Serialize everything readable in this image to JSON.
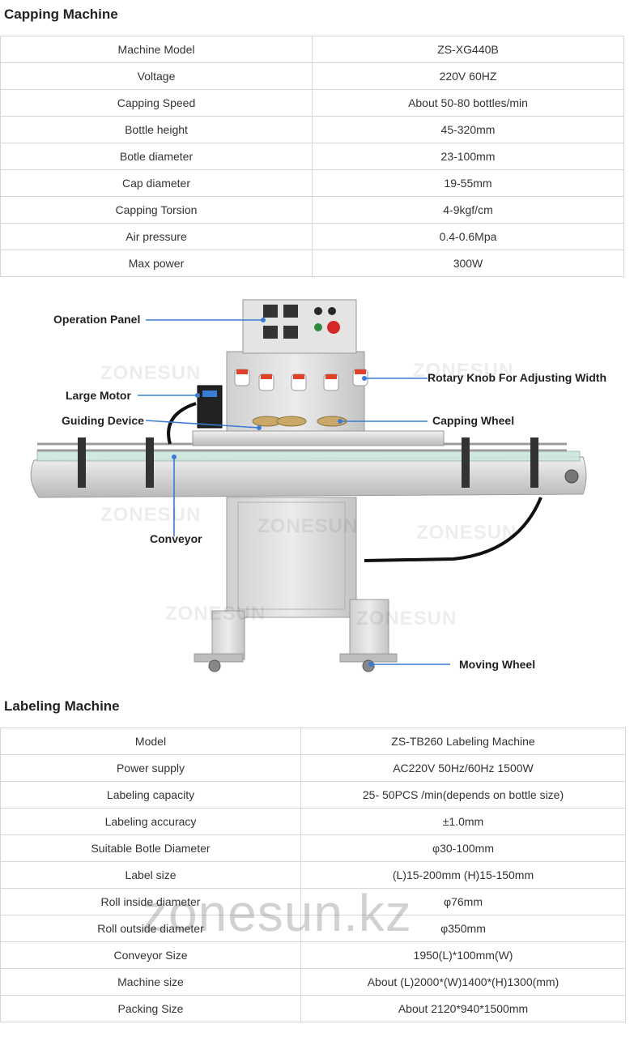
{
  "capping": {
    "title": "Capping Machine",
    "rows": [
      {
        "label": "Machine Model",
        "value": "ZS-XG440B"
      },
      {
        "label": "Voltage",
        "value": "220V 60HZ"
      },
      {
        "label": "Capping Speed",
        "value": "About 50-80 bottles/min"
      },
      {
        "label": "Bottle height",
        "value": "45-320mm"
      },
      {
        "label": "Botle diameter",
        "value": "23-100mm"
      },
      {
        "label": "Cap diameter",
        "value": "19-55mm"
      },
      {
        "label": "Capping Torsion",
        "value": "4-9kgf/cm"
      },
      {
        "label": "Air pressure",
        "value": "0.4-0.6Mpa"
      },
      {
        "label": "Max power",
        "value": "300W"
      }
    ]
  },
  "photo": {
    "callouts": {
      "operation_panel": "Operation Panel",
      "large_motor": "Large Motor",
      "guiding_device": "Guiding Device",
      "conveyor": "Conveyor",
      "rotary_knob": "Rotary Knob For Adjusting Width",
      "capping_wheel": "Capping Wheel",
      "moving_wheel": "Moving Wheel"
    },
    "watermark": "ZONESUN"
  },
  "labeling": {
    "title": "Labeling Machine",
    "rows": [
      {
        "label": "Model",
        "value": "ZS-TB260 Labeling Machine"
      },
      {
        "label": "Power supply",
        "value": "AC220V 50Hz/60Hz 1500W"
      },
      {
        "label": "Labeling capacity",
        "value": "25- 50PCS /min(depends on bottle size)"
      },
      {
        "label": "Labeling accuracy",
        "value": "±1.0mm"
      },
      {
        "label": "Suitable Botle Diameter",
        "value": "φ30-100mm"
      },
      {
        "label": "Label size",
        "value": "(L)15-200mm (H)15-150mm"
      },
      {
        "label": "Roll inside diameter",
        "value": "φ76mm"
      },
      {
        "label": "Roll outside diameter",
        "value": "φ350mm"
      },
      {
        "label": "Conveyor Size",
        "value": "1950(L)*100mm(W)"
      },
      {
        "label": "Machine size",
        "value": "About (L)2000*(W)1400*(H)1300(mm)"
      },
      {
        "label": "Packing Size",
        "value": "About 2120*940*1500mm"
      }
    ]
  },
  "site_watermark": "zonesun.kz",
  "colors": {
    "callout_line": "#3a7bd5",
    "knob_red": "#e0412b",
    "border": "#d6d6d6"
  }
}
